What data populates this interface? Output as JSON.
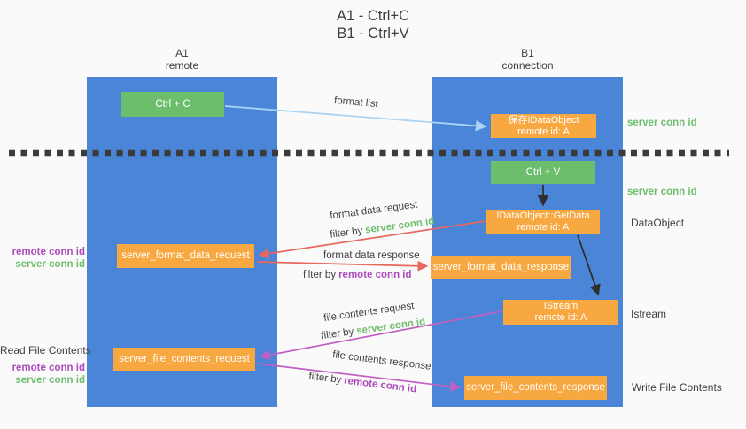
{
  "title": {
    "line1": "A1 - Ctrl+C",
    "line2": "B1 - Ctrl+V"
  },
  "columns": {
    "a": {
      "name": "A1",
      "role": "remote"
    },
    "b": {
      "name": "B1",
      "role": "connection"
    }
  },
  "nodes": {
    "ctrl_c": "Ctrl + C",
    "ctrl_v": "Ctrl + V",
    "save_idataobject": {
      "line1": "保存IDataObject",
      "line2": "remote id: A"
    },
    "getdata": {
      "line1": "IDataObject::GetData",
      "line2": "remote id: A"
    },
    "istream": {
      "line1": "IStream",
      "line2": "remote id: A"
    },
    "format_request": "server_format_data_request",
    "format_response": "server_format_data_response",
    "file_request": "server_file_contents_request",
    "file_response": "server_file_contents_response"
  },
  "edge_labels": {
    "format_list": "format list",
    "format_data_request": "format data request",
    "format_data_response": "format data response",
    "file_contents_request": "file contents request",
    "file_contents_response": "file contents response",
    "filter_by": "filter by",
    "server_conn_id": "server conn id",
    "remote_conn_id": "remote conn id"
  },
  "side_labels": {
    "server_conn_id_top": "server conn id",
    "server_conn_id_mid": "server conn id",
    "dataobject": "DataObject",
    "istream": "Istream",
    "write_file_contents": "Write File Contents",
    "read_file_contents": "Read File Contents",
    "remote_conn_id": "remote conn id",
    "server_conn_id": "server conn id"
  },
  "colors": {
    "column_blue": "#4a85d8",
    "box_green": "#6cbe6d",
    "box_orange": "#f7a841",
    "label_green": "#6fbe6f",
    "label_purple": "#ad4bbd",
    "arrow_red": "#e8675f",
    "arrow_magenta": "#c160c3",
    "arrow_blue": "#aad4f5",
    "arrow_black": "#2f2f2f",
    "text_dark": "#3f3f3f",
    "bg": "#fafafa",
    "dotted": "#3b3b3b"
  }
}
